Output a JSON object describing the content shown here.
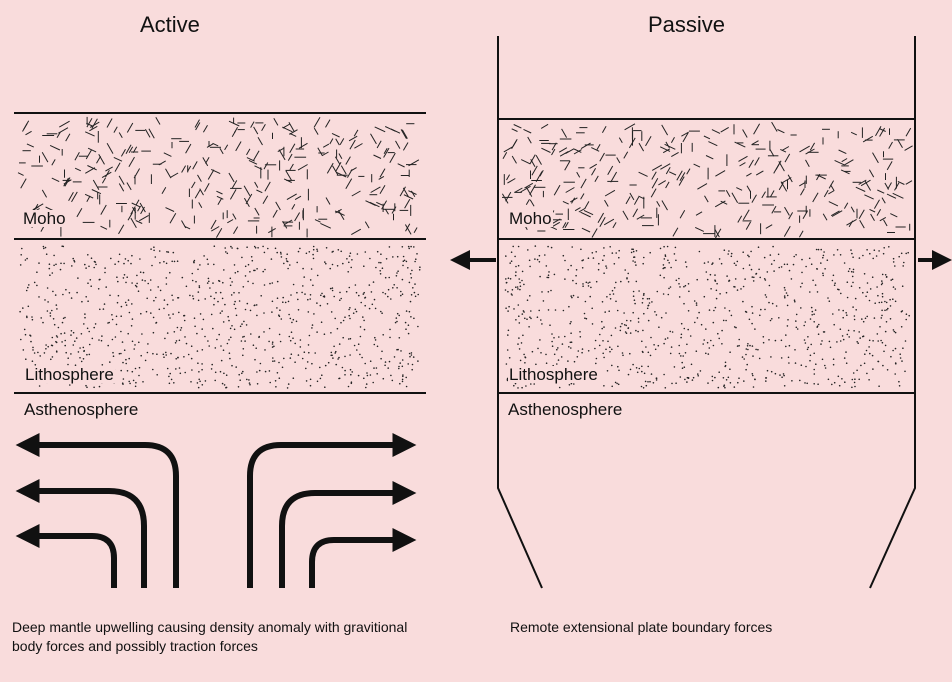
{
  "active": {
    "title": "Active",
    "moho_label": "Moho",
    "lithosphere_label": "Lithosphere",
    "asthenosphere_label": "Asthenosphere",
    "caption": "Deep mantle upwelling causing density anomaly with gravitional body forces and possibly traction forces"
  },
  "passive": {
    "title": "Passive",
    "moho_label": "Moho",
    "lithosphere_label": "Lithosphere",
    "asthenosphere_label": "Asthenosphere",
    "caption": "Remote extensional plate boundary forces"
  },
  "colors": {
    "background": "#f9dcdc",
    "ink": "#111111"
  }
}
